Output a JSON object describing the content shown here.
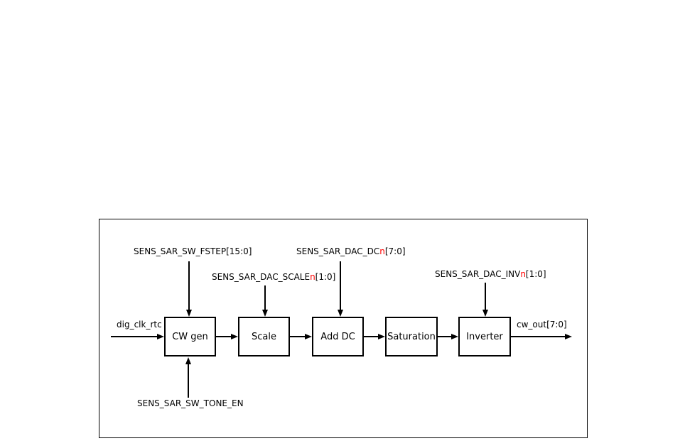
{
  "colors": {
    "line": "#000000",
    "accent_red": "#ff0000",
    "background": "#ffffff"
  },
  "diagram": {
    "blocks": [
      {
        "label": "CW gen"
      },
      {
        "label": "Scale"
      },
      {
        "label": "Add DC"
      },
      {
        "label": "Saturation"
      },
      {
        "label": "Inverter"
      }
    ],
    "io": {
      "input_label": "dig_clk_rtc",
      "output_label": "cw_out[7:0]"
    },
    "signals": {
      "sw_fstep": {
        "text": "SENS_SAR_SW_FSTEP[15:0]"
      },
      "dac_scale": {
        "pre": "SENS_SAR_DAC_SCALE",
        "n": "n",
        "suf": "[1:0]"
      },
      "dac_dc": {
        "pre": "SENS_SAR_DAC_DC",
        "n": "n",
        "suf": "[7:0]"
      },
      "dac_inv": {
        "pre": "SENS_SAR_DAC_INV",
        "n": "n",
        "suf": "[1:0]"
      },
      "sw_tone_en": {
        "text": "SENS_SAR_SW_TONE_EN"
      }
    }
  }
}
